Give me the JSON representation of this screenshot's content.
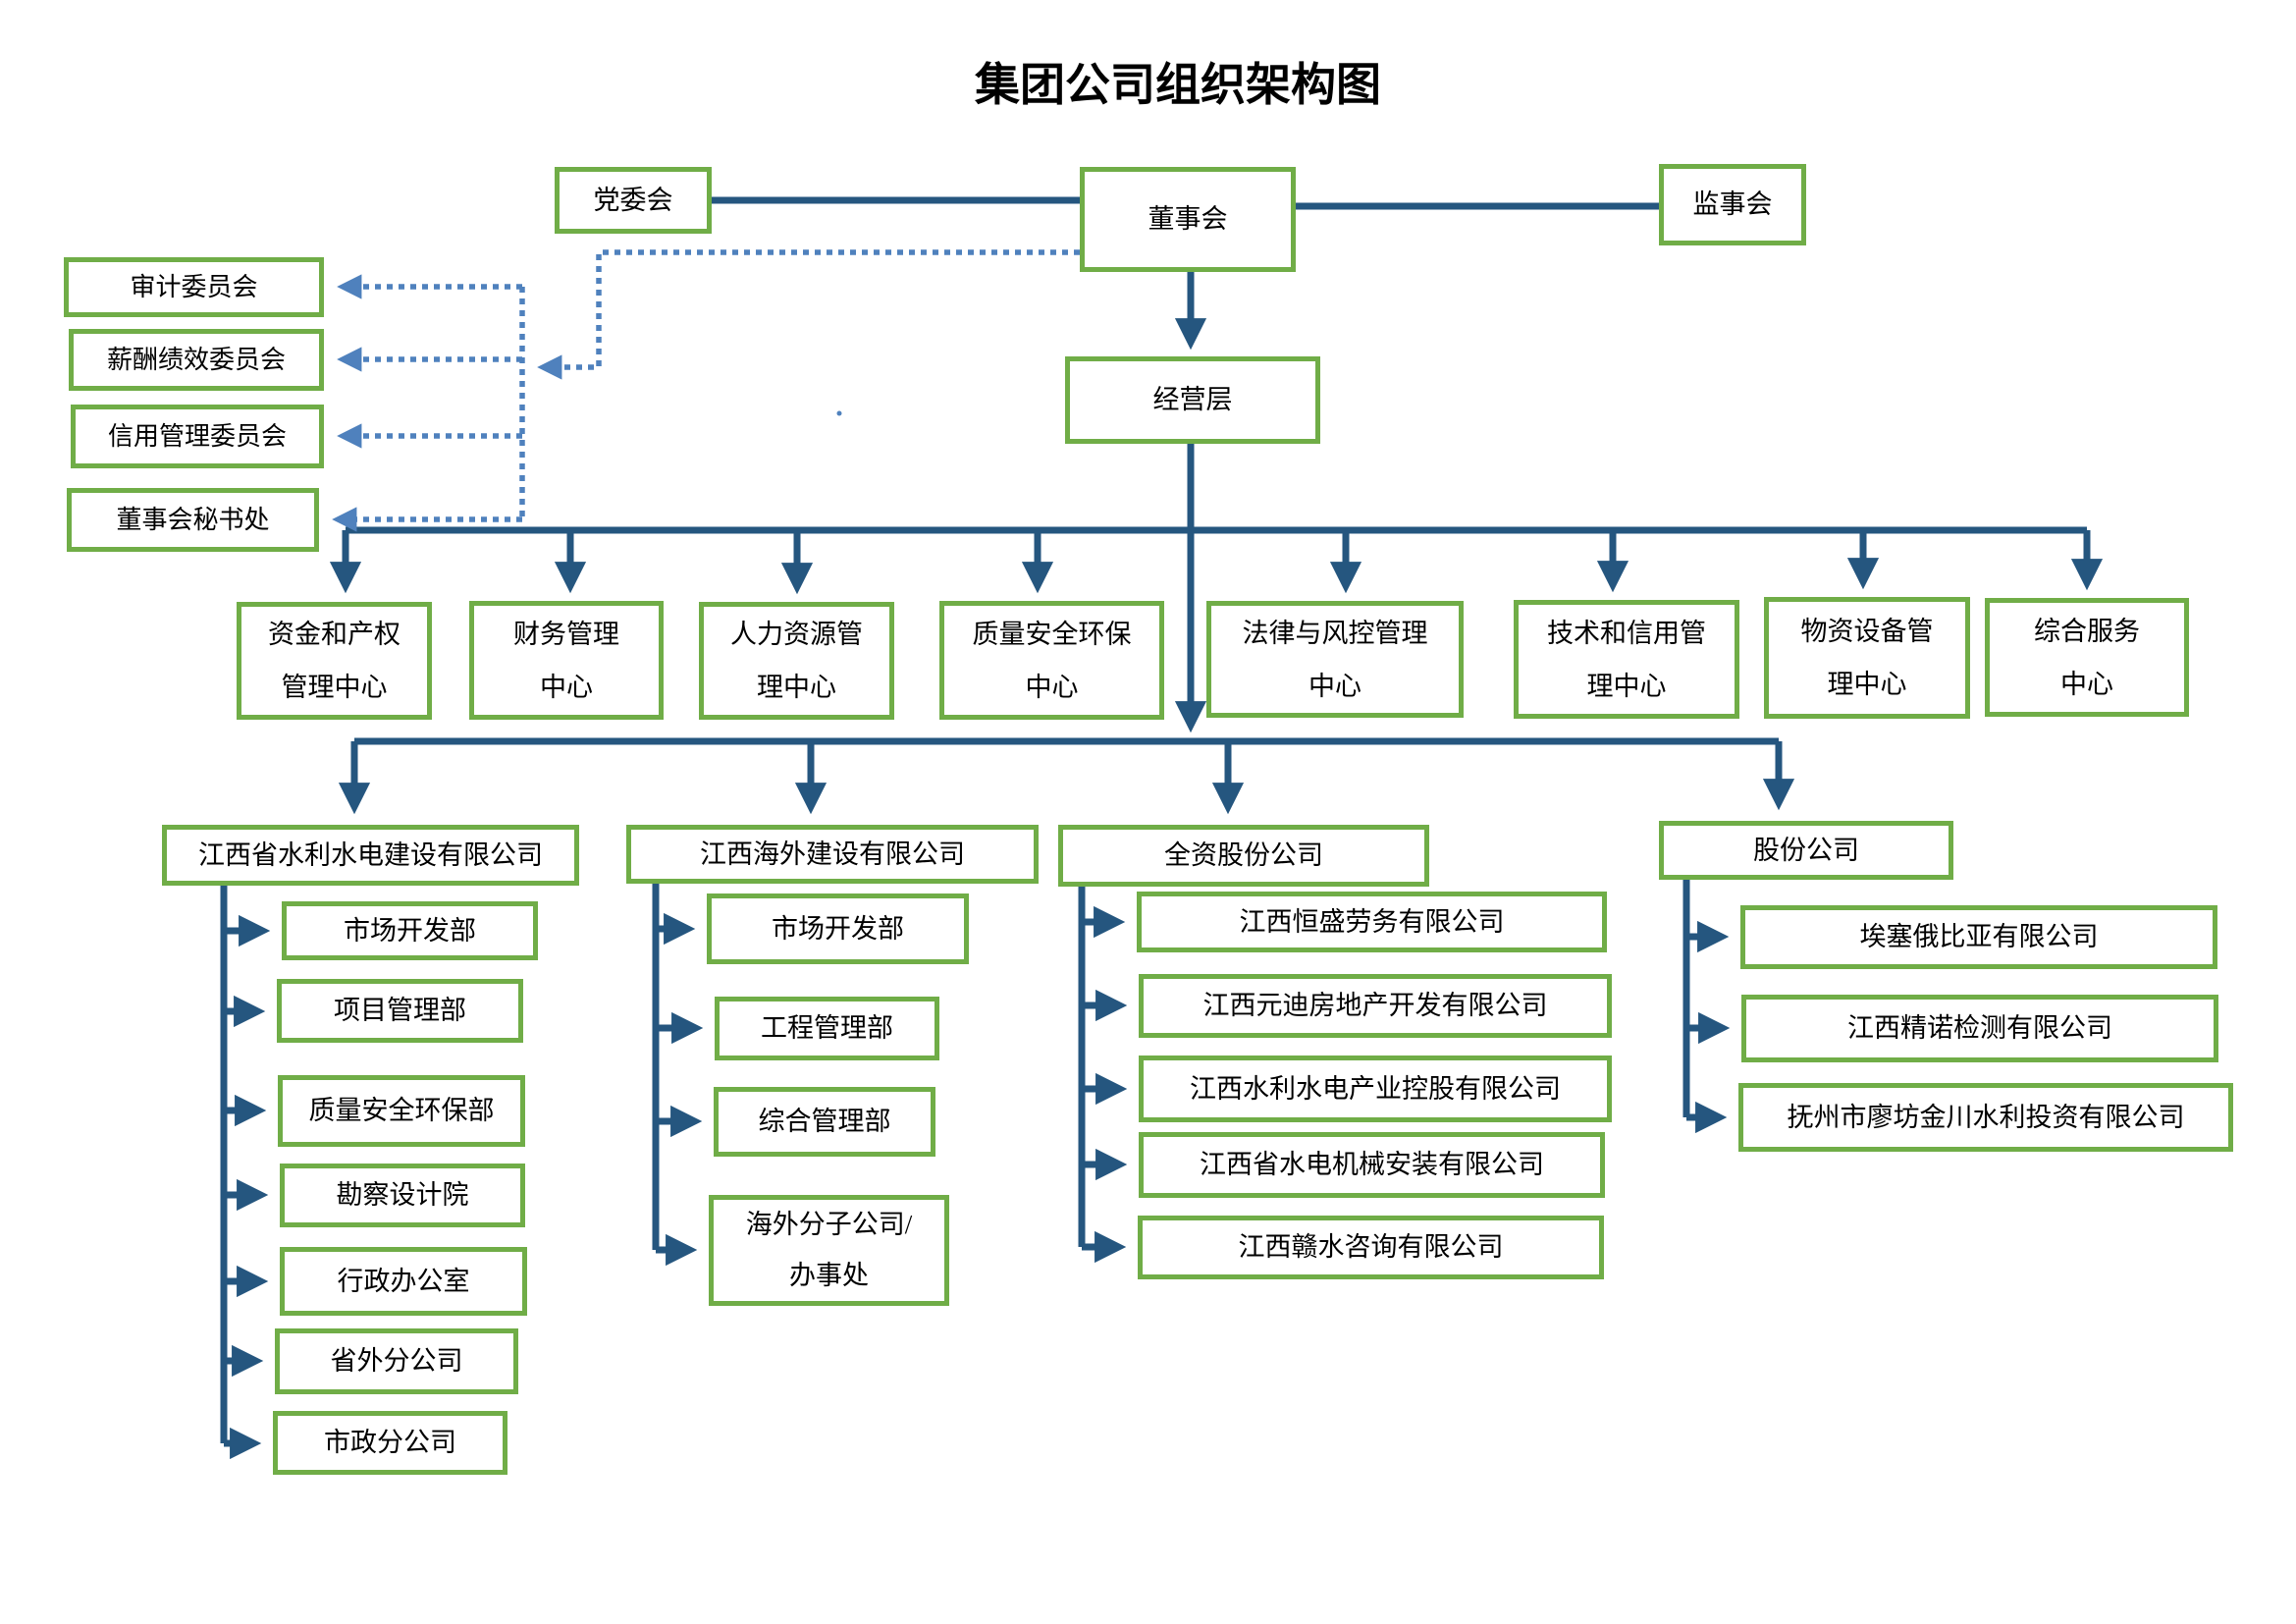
{
  "title": "集团公司组织架构图",
  "colors": {
    "box_border": "#70ad47",
    "connector": "#25567f",
    "dotted_connector": "#4f81bd",
    "text": "#000000"
  },
  "top_row": {
    "party_committee": "党委会",
    "board": "董事会",
    "supervisory_board": "监事会"
  },
  "management_label": "经营层",
  "board_committees": [
    {
      "label": "审计委员会"
    },
    {
      "label": "薪酬绩效委员会"
    },
    {
      "label": "信用管理委员会"
    },
    {
      "label": "董事会秘书处"
    }
  ],
  "centers": [
    {
      "label": "资金和产权\n管理中心"
    },
    {
      "label": "财务管理\n中心"
    },
    {
      "label": "人力资源管\n理中心"
    },
    {
      "label": "质量安全环保\n中心"
    },
    {
      "label": "法律与风控管理\n中心"
    },
    {
      "label": "技术和信用管\n理中心"
    },
    {
      "label": "物资设备管\n理中心"
    },
    {
      "label": "综合服务\n中心"
    }
  ],
  "groups": [
    {
      "label": "江西省水利水电建设有限公司",
      "children": [
        {
          "label": "市场开发部"
        },
        {
          "label": "项目管理部"
        },
        {
          "label": "质量安全环保部"
        },
        {
          "label": "勘察设计院"
        },
        {
          "label": "行政办公室"
        },
        {
          "label": "省外分公司"
        },
        {
          "label": "市政分公司"
        }
      ]
    },
    {
      "label": "江西海外建设有限公司",
      "children": [
        {
          "label": "市场开发部"
        },
        {
          "label": "工程管理部"
        },
        {
          "label": "综合管理部"
        },
        {
          "label": "海外分子公司/\n办事处"
        }
      ]
    },
    {
      "label": "全资股份公司",
      "children": [
        {
          "label": "江西恒盛劳务有限公司"
        },
        {
          "label": "江西元迪房地产开发有限公司"
        },
        {
          "label": "江西水利水电产业控股有限公司"
        },
        {
          "label": "江西省水电机械安装有限公司"
        },
        {
          "label": "江西赣水咨询有限公司"
        }
      ]
    },
    {
      "label": "股份公司",
      "children": [
        {
          "label": "埃塞俄比亚有限公司"
        },
        {
          "label": "江西精诺检测有限公司"
        },
        {
          "label": "抚州市廖坊金川水利投资有限公司"
        }
      ]
    }
  ]
}
